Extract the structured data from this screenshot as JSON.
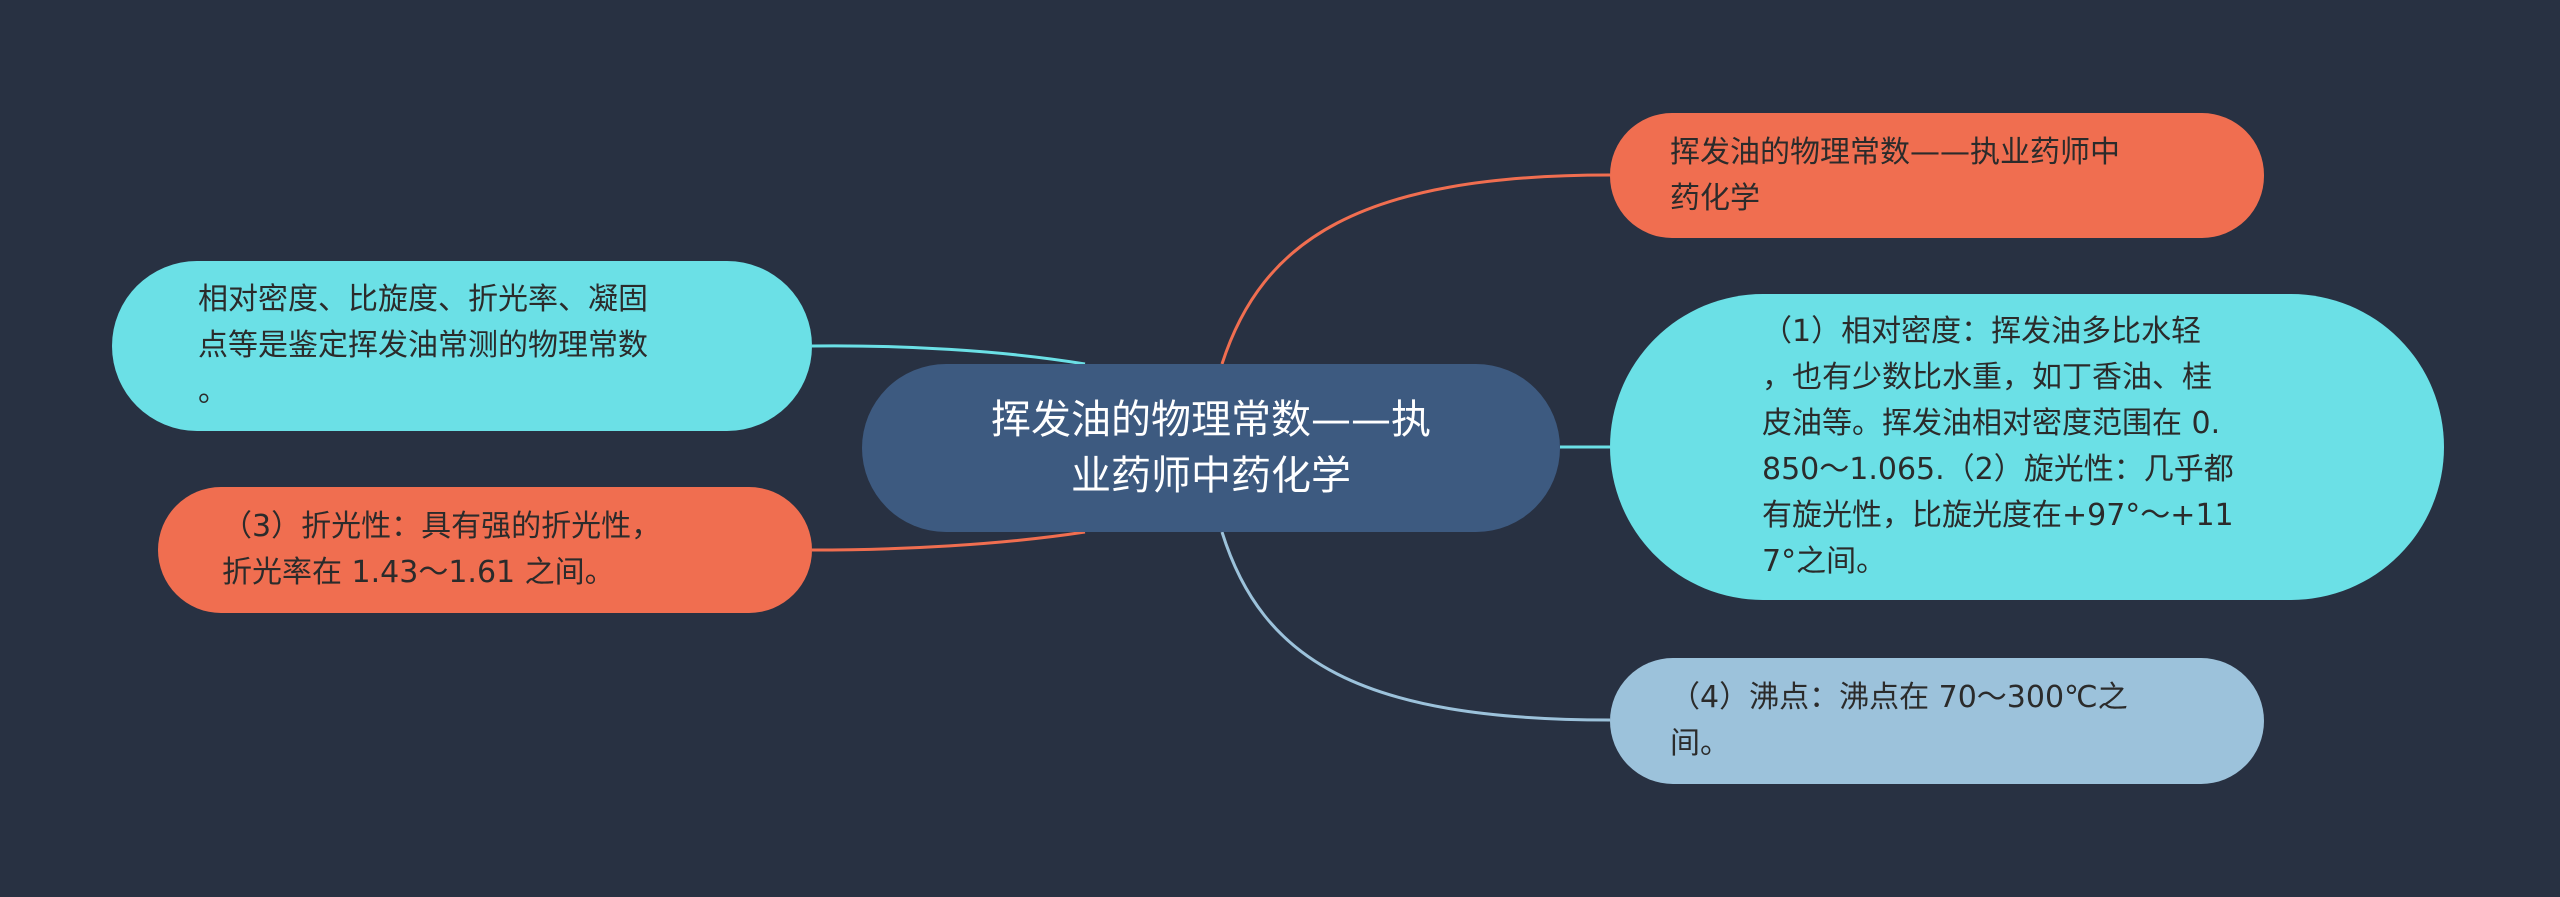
{
  "center": {
    "text": "挥发油的物理常数——执\n业药师中药化学",
    "color": "#3d5a80"
  },
  "nodes": {
    "top_right": {
      "text": " 挥发油的物理常数——执业药师中\n药化学",
      "color": "#f06e50"
    },
    "mid_right": {
      "text": "（1）相对密度：挥发油多比水轻\n，也有少数比水重，如丁香油、桂\n皮油等。挥发油相对密度范围在 0.\n850～1.065.（2）旋光性：几乎都\n有旋光性，比旋光度在+97°～+11\n7°之间。",
      "color": "#6be0e6"
    },
    "bottom_right": {
      "text": "（4）沸点：沸点在 70～300℃之\n间。",
      "color": "#9cc2db"
    },
    "top_left": {
      "text": "相对密度、比旋度、折光率、凝固\n点等是鉴定挥发油常测的物理常数\n。",
      "color": "#6be0e6"
    },
    "bottom_left": {
      "text": "（3）折光性：具有强的折光性，\n折光率在 1.43～1.61 之间。",
      "color": "#f06e50"
    }
  },
  "colors": {
    "background": "#283142",
    "link_orange": "#f06e50",
    "link_cyan": "#6be0e6",
    "link_blue": "#9cc2db"
  }
}
